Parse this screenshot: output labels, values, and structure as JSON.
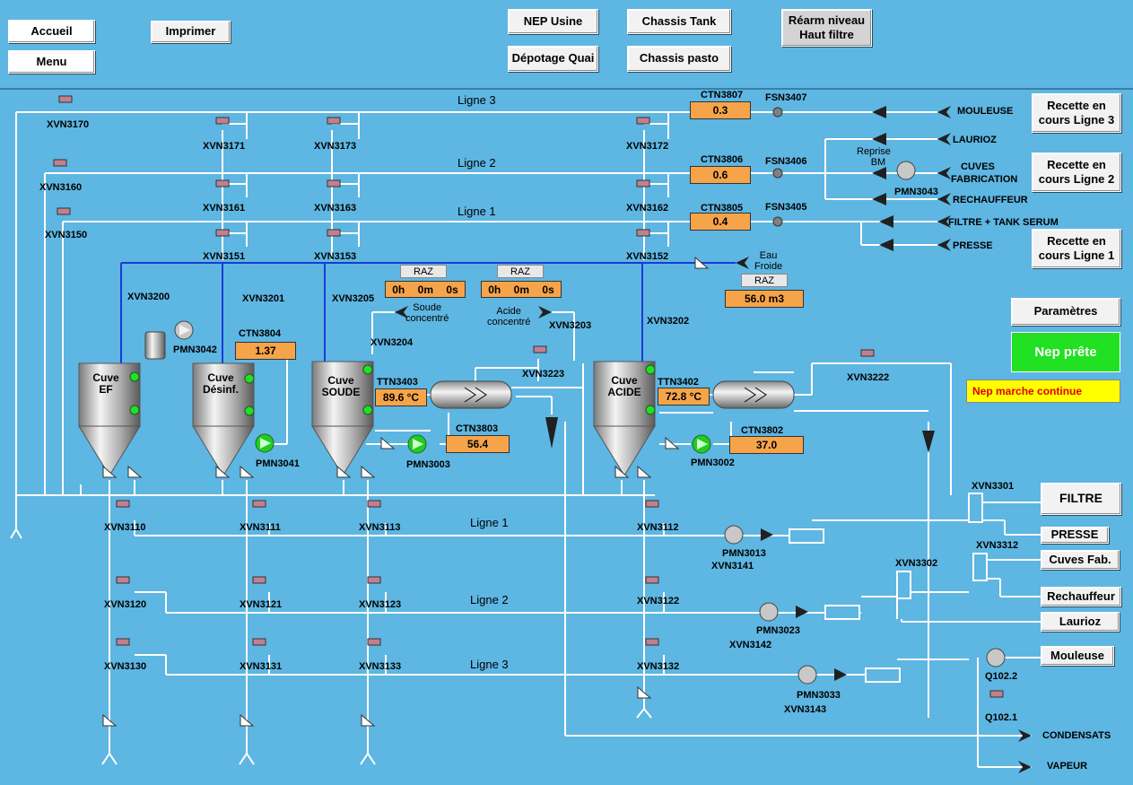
{
  "top_buttons": {
    "accueil": "Accueil",
    "menu": "Menu",
    "imprimer": "Imprimer",
    "nep_usine": "NEP Usine",
    "chassis_tank": "Chassis Tank",
    "rearm_line1": "Réarm niveau",
    "rearm_line2": "Haut filtre",
    "depotage_quai": "Dépotage Quai",
    "chassis_pasto": "Chassis pasto"
  },
  "right_buttons": {
    "recette3_l1": "Recette en",
    "recette3_l2": "cours Ligne 3",
    "recette2_l1": "Recette en",
    "recette2_l2": "cours Ligne 2",
    "recette1_l1": "Recette en",
    "recette1_l2": "cours Ligne 1",
    "parametres": "Paramètres",
    "filtre": "FILTRE",
    "presse": "PRESSE",
    "cuves_fab": "Cuves Fab.",
    "rechauffeur": "Rechauffeur",
    "laurioz": "Laurioz",
    "mouleuse": "Mouleuse"
  },
  "status": {
    "nep_prete": "Nep prête",
    "nep_marche": "Nep marche continue"
  },
  "lines": {
    "top_l3": "Ligne 3",
    "top_l2": "Ligne 2",
    "top_l1": "Ligne 1",
    "bot_l1": "Ligne 1",
    "bot_l2": "Ligne 2",
    "bot_l3": "Ligne 3"
  },
  "destinations": {
    "mouleuse": "MOULEUSE",
    "laurioz": "LAURIOZ",
    "cuves_fab_1": "CUVES",
    "cuves_fab_2": "FABRICATION",
    "rechauffeur": "RECHAUFFEUR",
    "filtre_tank": "FILTRE + TANK SERUM",
    "presse": "PRESSE",
    "reprise_1": "Reprise",
    "reprise_2": "BM",
    "eau_1": "Eau",
    "eau_2": "Froide",
    "soude_1": "Soude",
    "soude_2": "concentré",
    "acide_1": "Acide",
    "acide_2": "concentré",
    "condensats": "CONDENSATS",
    "vapeur": "VAPEUR"
  },
  "sensors": {
    "ctn3807": {
      "tag": "CTN3807",
      "value": "0.3"
    },
    "ctn3806": {
      "tag": "CTN3806",
      "value": "0.6"
    },
    "ctn3805": {
      "tag": "CTN3805",
      "value": "0.4"
    },
    "fsn3407": "FSN3407",
    "fsn3406": "FSN3406",
    "fsn3405": "FSN3405",
    "ctn3804": {
      "tag": "CTN3804",
      "value": "1.37"
    },
    "ttn3403": {
      "tag": "TTN3403",
      "value": "89.6 °C"
    },
    "ttn3402": {
      "tag": "TTN3402",
      "value": "72.8 °C"
    },
    "ctn3803": {
      "tag": "CTN3803",
      "value": "56.4"
    },
    "ctn3802": {
      "tag": "CTN3802",
      "value": "37.0"
    },
    "water_volume": "56.0 m3",
    "raz": "RAZ",
    "timer_soude": {
      "h": "0h",
      "m": "0m",
      "s": "0s"
    },
    "timer_acide": {
      "h": "0h",
      "m": "0m",
      "s": "0s"
    }
  },
  "tanks": {
    "ef": {
      "l1": "Cuve",
      "l2": "EF"
    },
    "desinf": {
      "l1": "Cuve",
      "l2": "Désinf."
    },
    "soude": {
      "l1": "Cuve",
      "l2": "SOUDE"
    },
    "acide": {
      "l1": "Cuve",
      "l2": "ACIDE"
    }
  },
  "tags": {
    "xvn3170": "XVN3170",
    "xvn3171": "XVN3171",
    "xvn3173": "XVN3173",
    "xvn3172": "XVN3172",
    "xvn3160": "XVN3160",
    "xvn3161": "XVN3161",
    "xvn3163": "XVN3163",
    "xvn3162": "XVN3162",
    "xvn3150": "XVN3150",
    "xvn3151": "XVN3151",
    "xvn3153": "XVN3153",
    "xvn3152": "XVN3152",
    "xvn3200": "XVN3200",
    "xvn3201": "XVN3201",
    "xvn3205": "XVN3205",
    "xvn3204": "XVN3204",
    "xvn3203": "XVN3203",
    "xvn3202": "XVN3202",
    "xvn3223": "XVN3223",
    "xvn3222": "XVN3222",
    "pmn3042": "PMN3042",
    "pmn3041": "PMN3041",
    "pmn3003": "PMN3003",
    "pmn3002": "PMN3002",
    "pmn3043": "PMN3043",
    "xvn3110": "XVN3110",
    "xvn3111": "XVN3111",
    "xvn3113": "XVN3113",
    "xvn3112": "XVN3112",
    "xvn3120": "XVN3120",
    "xvn3121": "XVN3121",
    "xvn3123": "XVN3123",
    "xvn3122": "XVN3122",
    "xvn3130": "XVN3130",
    "xvn3131": "XVN3131",
    "xvn3133": "XVN3133",
    "xvn3132": "XVN3132",
    "pmn3013": "PMN3013",
    "xvn3141": "XVN3141",
    "pmn3023": "PMN3023",
    "xvn3142": "XVN3142",
    "pmn3033": "PMN3033",
    "xvn3143": "XVN3143",
    "xvn3301": "XVN3301",
    "xvn3312": "XVN3312",
    "xvn3302": "XVN3302",
    "q1022": "Q102.2",
    "q1021": "Q102.1"
  }
}
